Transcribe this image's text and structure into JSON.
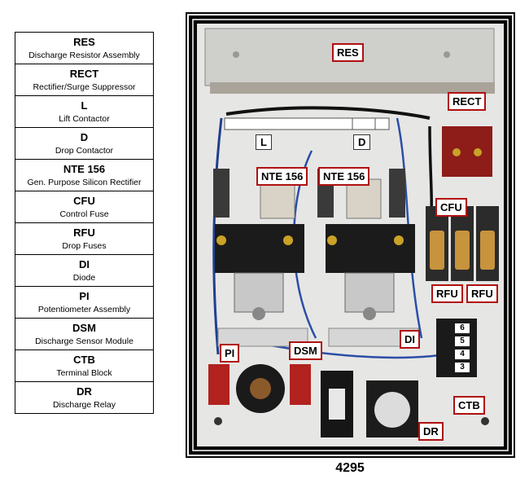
{
  "legend": [
    {
      "code": "RES",
      "description": "Discharge Resistor Assembly"
    },
    {
      "code": "RECT",
      "description": "Rectifier/Surge Suppressor"
    },
    {
      "code": "L",
      "description": "Lift Contactor"
    },
    {
      "code": "D",
      "description": "Drop Contactor"
    },
    {
      "code": "NTE 156",
      "description": "Gen. Purpose Silicon Rectifier"
    },
    {
      "code": "CFU",
      "description": "Control Fuse"
    },
    {
      "code": "RFU",
      "description": "Drop Fuses"
    },
    {
      "code": "DI",
      "description": "Diode"
    },
    {
      "code": "PI",
      "description": "Potentiometer  Assembly"
    },
    {
      "code": "DSM",
      "description": "Discharge Sensor Module"
    },
    {
      "code": "CTB",
      "description": "Terminal Block"
    },
    {
      "code": "DR",
      "description": "Discharge Relay"
    }
  ],
  "callouts": {
    "res": "RES",
    "rect": "RECT",
    "nte1": "NTE 156",
    "nte2": "NTE 156",
    "cfu": "CFU",
    "rfu1": "RFU",
    "rfu2": "RFU",
    "di": "DI",
    "pi": "PI",
    "dsm": "DSM",
    "ctb": "CTB",
    "dr": "DR"
  },
  "contactor_labels": {
    "lift": "L",
    "drop": "D"
  },
  "terminal_numbers": [
    "6",
    "5",
    "4",
    "3"
  ],
  "caption": "4295",
  "colors": {
    "callout_border": "#b01010",
    "panel_frame": "#050505"
  }
}
